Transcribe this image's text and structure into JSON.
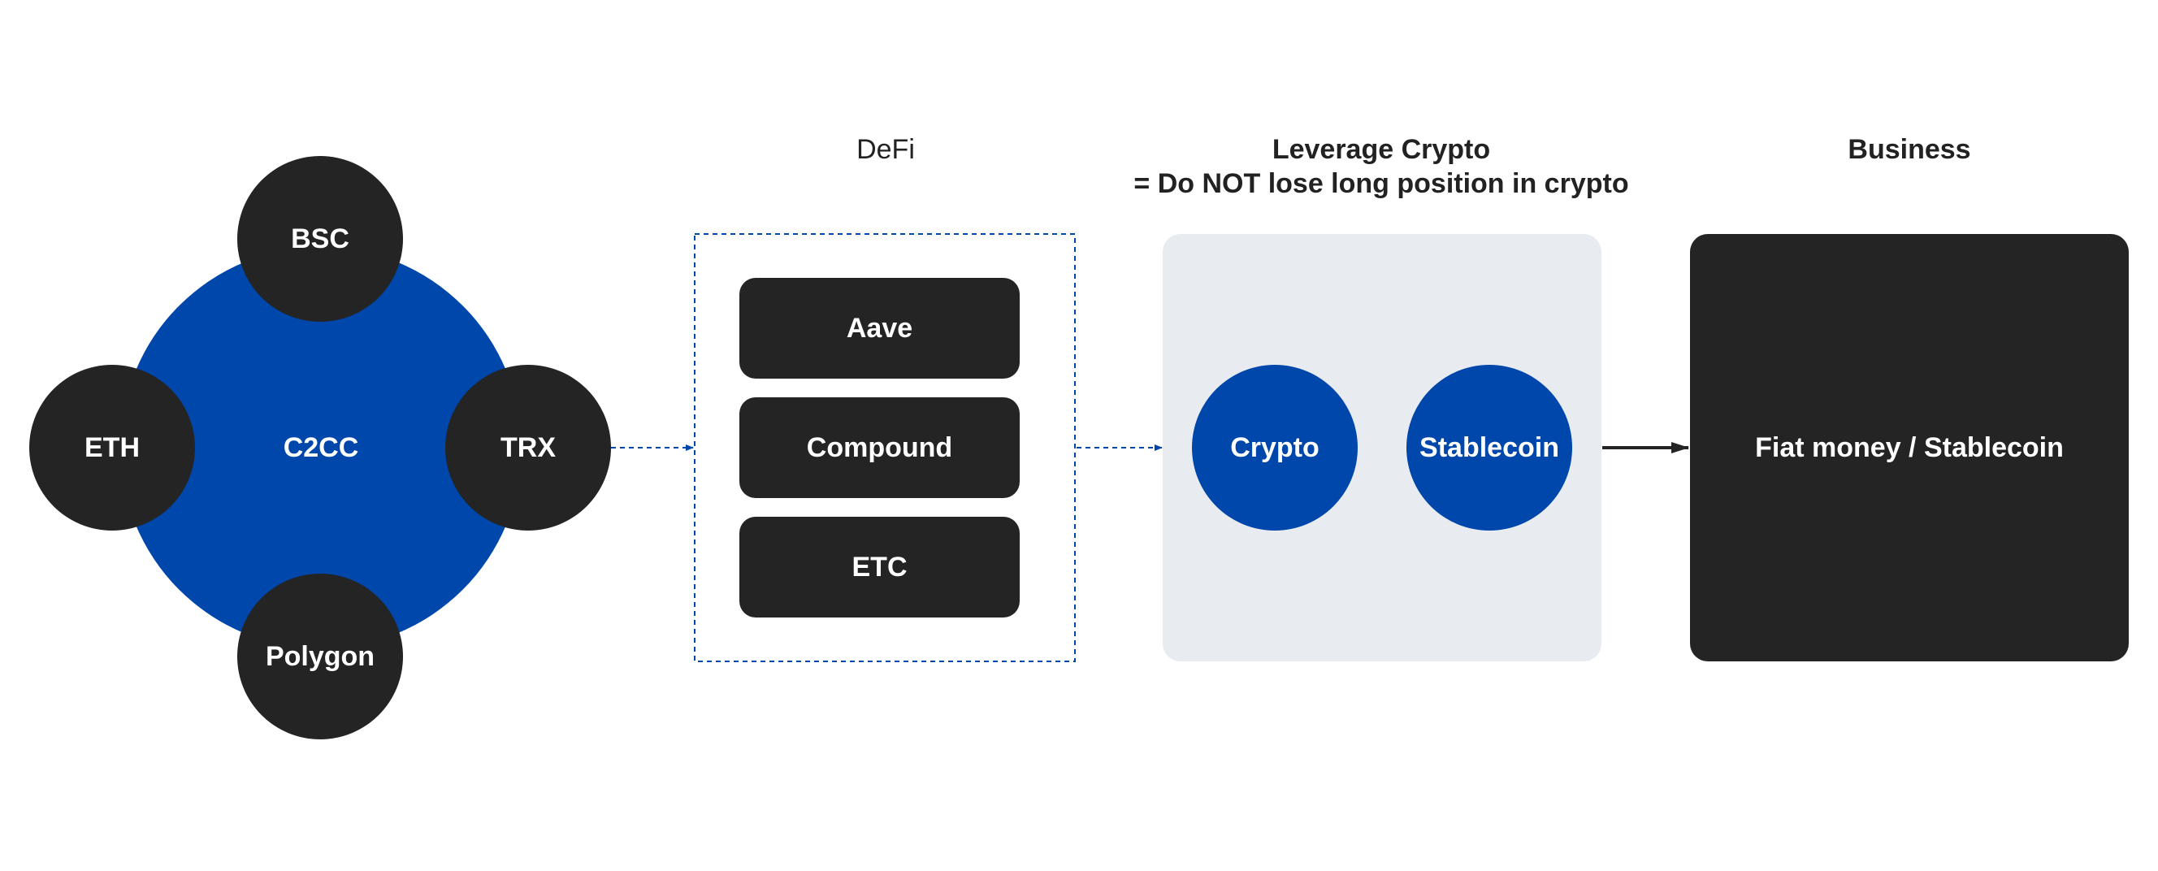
{
  "headers": {
    "defi": "DeFi",
    "leverage_line1": "Leverage Crypto",
    "leverage_line2": "= Do NOT lose long position in crypto",
    "business": "Business"
  },
  "network": {
    "center": "C2CC",
    "nodes": {
      "top": "BSC",
      "left": "ETH",
      "right": "TRX",
      "bottom": "Polygon"
    }
  },
  "defi": {
    "items": [
      "Aave",
      "Compound",
      "ETC"
    ]
  },
  "leverage": {
    "from": "Crypto",
    "to": "Stablecoin"
  },
  "business": {
    "label": "Fiat money / Stablecoin"
  },
  "colors": {
    "blue": "#0047AB",
    "dark": "#242424",
    "panel": "#E8EBF0",
    "dashed": "#0047AB"
  }
}
